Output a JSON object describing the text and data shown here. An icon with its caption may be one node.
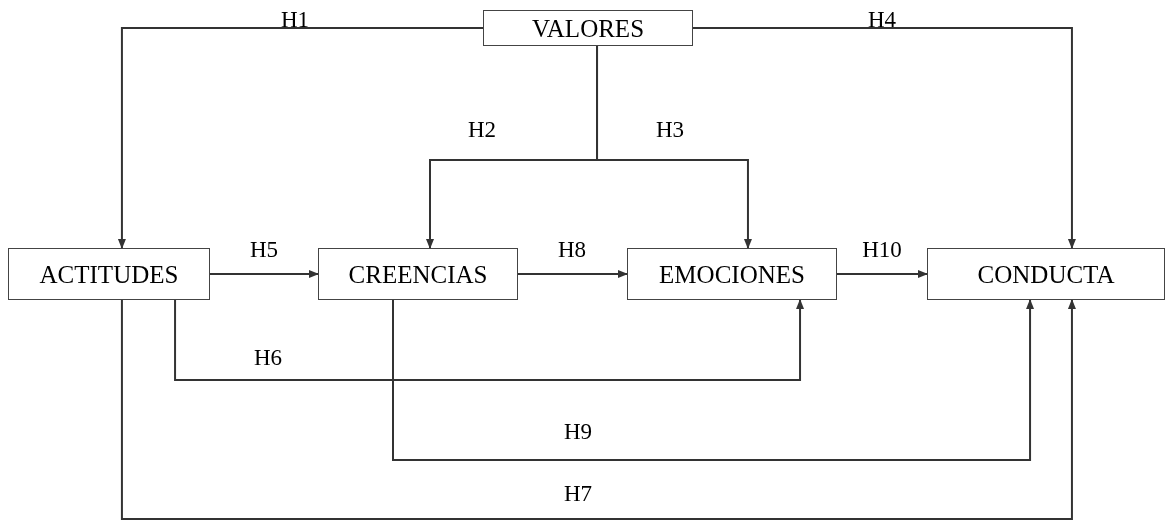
{
  "diagram": {
    "nodes": [
      {
        "text": [
          "VALORES"
        ]
      },
      {
        "text": [
          "ACTITUDES"
        ]
      },
      {
        "text": [
          "CREENCIAS"
        ]
      },
      {
        "text": [
          "EMOCIONES"
        ]
      },
      {
        "text": [
          "CONDUCTA"
        ]
      }
    ],
    "edges": [
      {
        "from": 0,
        "to": 1,
        "arrow": "to",
        "label": "H1"
      },
      {
        "from": 0,
        "to": 2,
        "arrow": "to",
        "label": "H2"
      },
      {
        "from": 0,
        "to": 3,
        "arrow": "to",
        "label": "H3"
      },
      {
        "from": 0,
        "to": 4,
        "arrow": "to",
        "label": "H4"
      },
      {
        "from": 1,
        "to": 2,
        "arrow": "to",
        "label": "H5"
      },
      {
        "from": 1,
        "to": 3,
        "arrow": "to",
        "label": "H6"
      },
      {
        "from": 1,
        "to": 4,
        "arrow": "to",
        "label": "H7"
      },
      {
        "from": 2,
        "to": 3,
        "arrow": "to",
        "label": "H8"
      },
      {
        "from": 2,
        "to": 4,
        "arrow": "to",
        "label": "H9"
      },
      {
        "from": 3,
        "to": 4,
        "arrow": "to",
        "label": "H10"
      }
    ]
  }
}
